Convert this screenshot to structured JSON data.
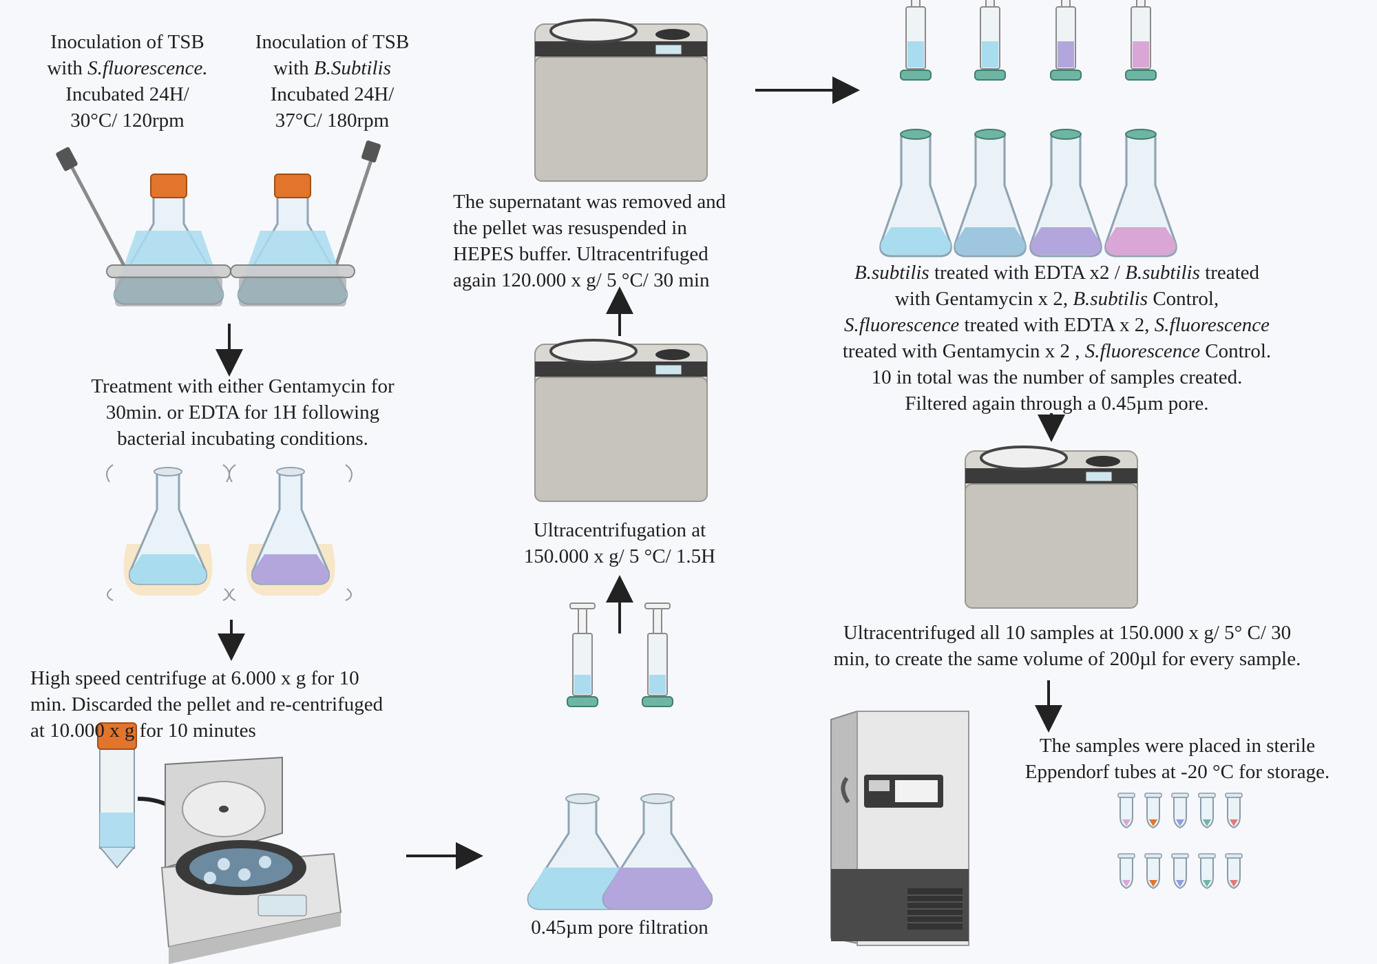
{
  "step1a": {
    "lines": [
      "Inoculation of TSB",
      "with ",
      "S.fluorescence.",
      "Incubated 24H/",
      "30°C/ 120rpm"
    ]
  },
  "step1b": {
    "lines": [
      "Inoculation of TSB",
      "with ",
      "B.Subtilis",
      "Incubated 24H/",
      "37°C/ 180rpm"
    ]
  },
  "step2": {
    "lines": [
      "Treatment with either Gentamycin for",
      "30min. or EDTA for 1H following",
      "bacterial incubating conditions."
    ]
  },
  "step3": {
    "lines": [
      "High speed centrifuge at 6.000 x g for 10",
      "min. Discarded the pellet and re-centrifuged",
      "at 10.000 x g for 10 minutes"
    ]
  },
  "step4": {
    "label": "0.45µm pore filtration"
  },
  "step5": {
    "lines": [
      "Ultracentrifugation at",
      "150.000 x g/ 5 °C/ 1.5H"
    ]
  },
  "step6": {
    "lines": [
      "The supernatant was removed and",
      "the pellet was resuspended in",
      "HEPES buffer. Ultracentrifuged",
      "again 120.000 x g/ 5 °C/ 30 min"
    ]
  },
  "step7": {
    "l1": [
      "B.subtilis",
      " treated with EDTA x2 / ",
      "B.subtilis",
      " treated"
    ],
    "l2": [
      "with Gentamycin x 2, ",
      "B.subtilis",
      " Control,"
    ],
    "l3": [
      "S.fluorescence",
      " treated with EDTA x 2, ",
      "S.fluorescence"
    ],
    "l4": [
      "treated with Gentamycin x 2 , ",
      "S.fluorescence",
      " Control."
    ],
    "l5": "10 in total was the number of samples created.",
    "l6": "Filtered again through a 0.45µm pore."
  },
  "step8": {
    "lines": [
      "Ultracentrifuged all 10 samples  at 150.000 x g/ 5° C/ 30",
      "min, to create the same volume of 200µl for every sample."
    ]
  },
  "step9": {
    "lines": [
      "The samples were placed in sterile",
      "Eppendorf tubes at -20 °C for storage."
    ]
  },
  "colors": {
    "media_blue": "#a9dcef",
    "media_purple": "#b3a6dc",
    "media_pink": "#d9a6d6",
    "cap_orange": "#e2742c",
    "machine_gray": "#c9c6c0",
    "arrow": "#222222"
  }
}
